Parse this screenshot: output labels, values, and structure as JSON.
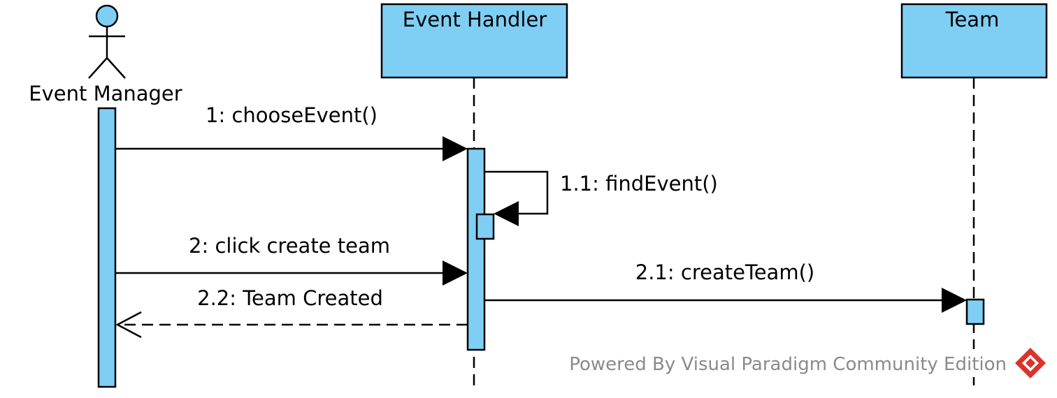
{
  "diagram": {
    "type": "sequence",
    "actor": {
      "name": "Event Manager",
      "icon": "stick-figure-icon"
    },
    "lifelines": [
      {
        "name": "Event Handler"
      },
      {
        "name": "Team"
      }
    ],
    "messages": [
      {
        "label": "1: chooseEvent()",
        "kind": "synchronous"
      },
      {
        "label": "1.1: findEvent()",
        "kind": "self-call"
      },
      {
        "label": "2: click create team",
        "kind": "synchronous"
      },
      {
        "label": "2.1: createTeam()",
        "kind": "synchronous"
      },
      {
        "label": "2.2: Team Created",
        "kind": "return"
      }
    ]
  },
  "watermark": {
    "text": "Powered By Visual Paradigm Community Edition",
    "icon": "visual-paradigm-logo-icon"
  },
  "colors": {
    "box_fill": "#7fcff5",
    "line": "#000000",
    "watermark_text": "#8a8a8a",
    "logo": "#d9342b"
  }
}
